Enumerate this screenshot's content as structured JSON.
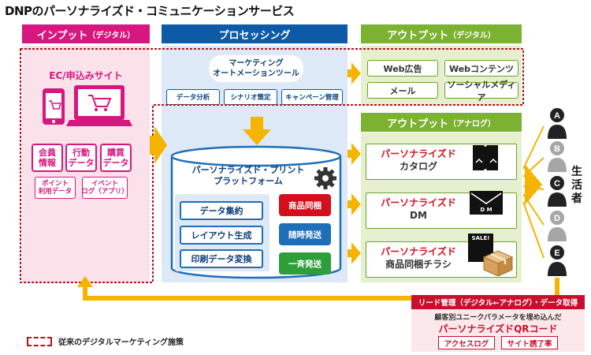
{
  "title": "DNPのパーソナライズド・コミュニケーションサービス",
  "input": {
    "header": "インプット",
    "header_sub": "（デジタル）",
    "site_label": "EC/申込みサイト",
    "items": [
      "会員\n情報",
      "行動\nデータ",
      "購買\nデータ"
    ],
    "items2": [
      "ポイント\n利用データ",
      "イベント\nログ（アプリ）"
    ]
  },
  "processing": {
    "header": "プロセッシング",
    "tool": "マーケティング\nオートメーションツール",
    "tool_items": [
      "データ分析",
      "シナリオ策定",
      "キャンペーン管理"
    ],
    "platform": "パーソナライズド・プリント\nプラットフォーム",
    "steps": [
      "データ集約",
      "レイアウト生成",
      "印刷データ変換"
    ],
    "modes": [
      "商品同梱",
      "随時発送",
      "一斉発送"
    ]
  },
  "output_digital": {
    "header": "アウトプット",
    "header_sub": "（デジタル）",
    "items": [
      "Web広告",
      "Webコンテンツ",
      "メール",
      "ソーシャルメディア"
    ]
  },
  "output_analog": {
    "header": "アウトプット",
    "header_sub": "（アナログ）",
    "items": [
      {
        "title": "パーソナライズド",
        "sub": "カタログ"
      },
      {
        "title": "パーソナライズド",
        "sub": "DM"
      },
      {
        "title": "パーソナライズド",
        "sub": "商品同梱チラシ"
      }
    ],
    "dm_icon_text": "D M",
    "sale_text": "SALE!"
  },
  "consumers": {
    "label": "生活者",
    "people": [
      "A",
      "B",
      "C",
      "D",
      "E"
    ]
  },
  "lead": {
    "header": "リード管理（デジタル←アナログ）・データ取得",
    "desc": "顧客別ユニークパラメータを埋め込んだ",
    "qr": "パーソナライズドQRコード",
    "tags": [
      "アクセスログ",
      "サイト誘了率"
    ]
  },
  "legend": "従来のデジタルマーケティング施策",
  "colors": {
    "pink": "#d6177f",
    "blue": "#0d5aa7",
    "green": "#7bb232",
    "orange": "#f5b400",
    "red": "#c8102e"
  }
}
